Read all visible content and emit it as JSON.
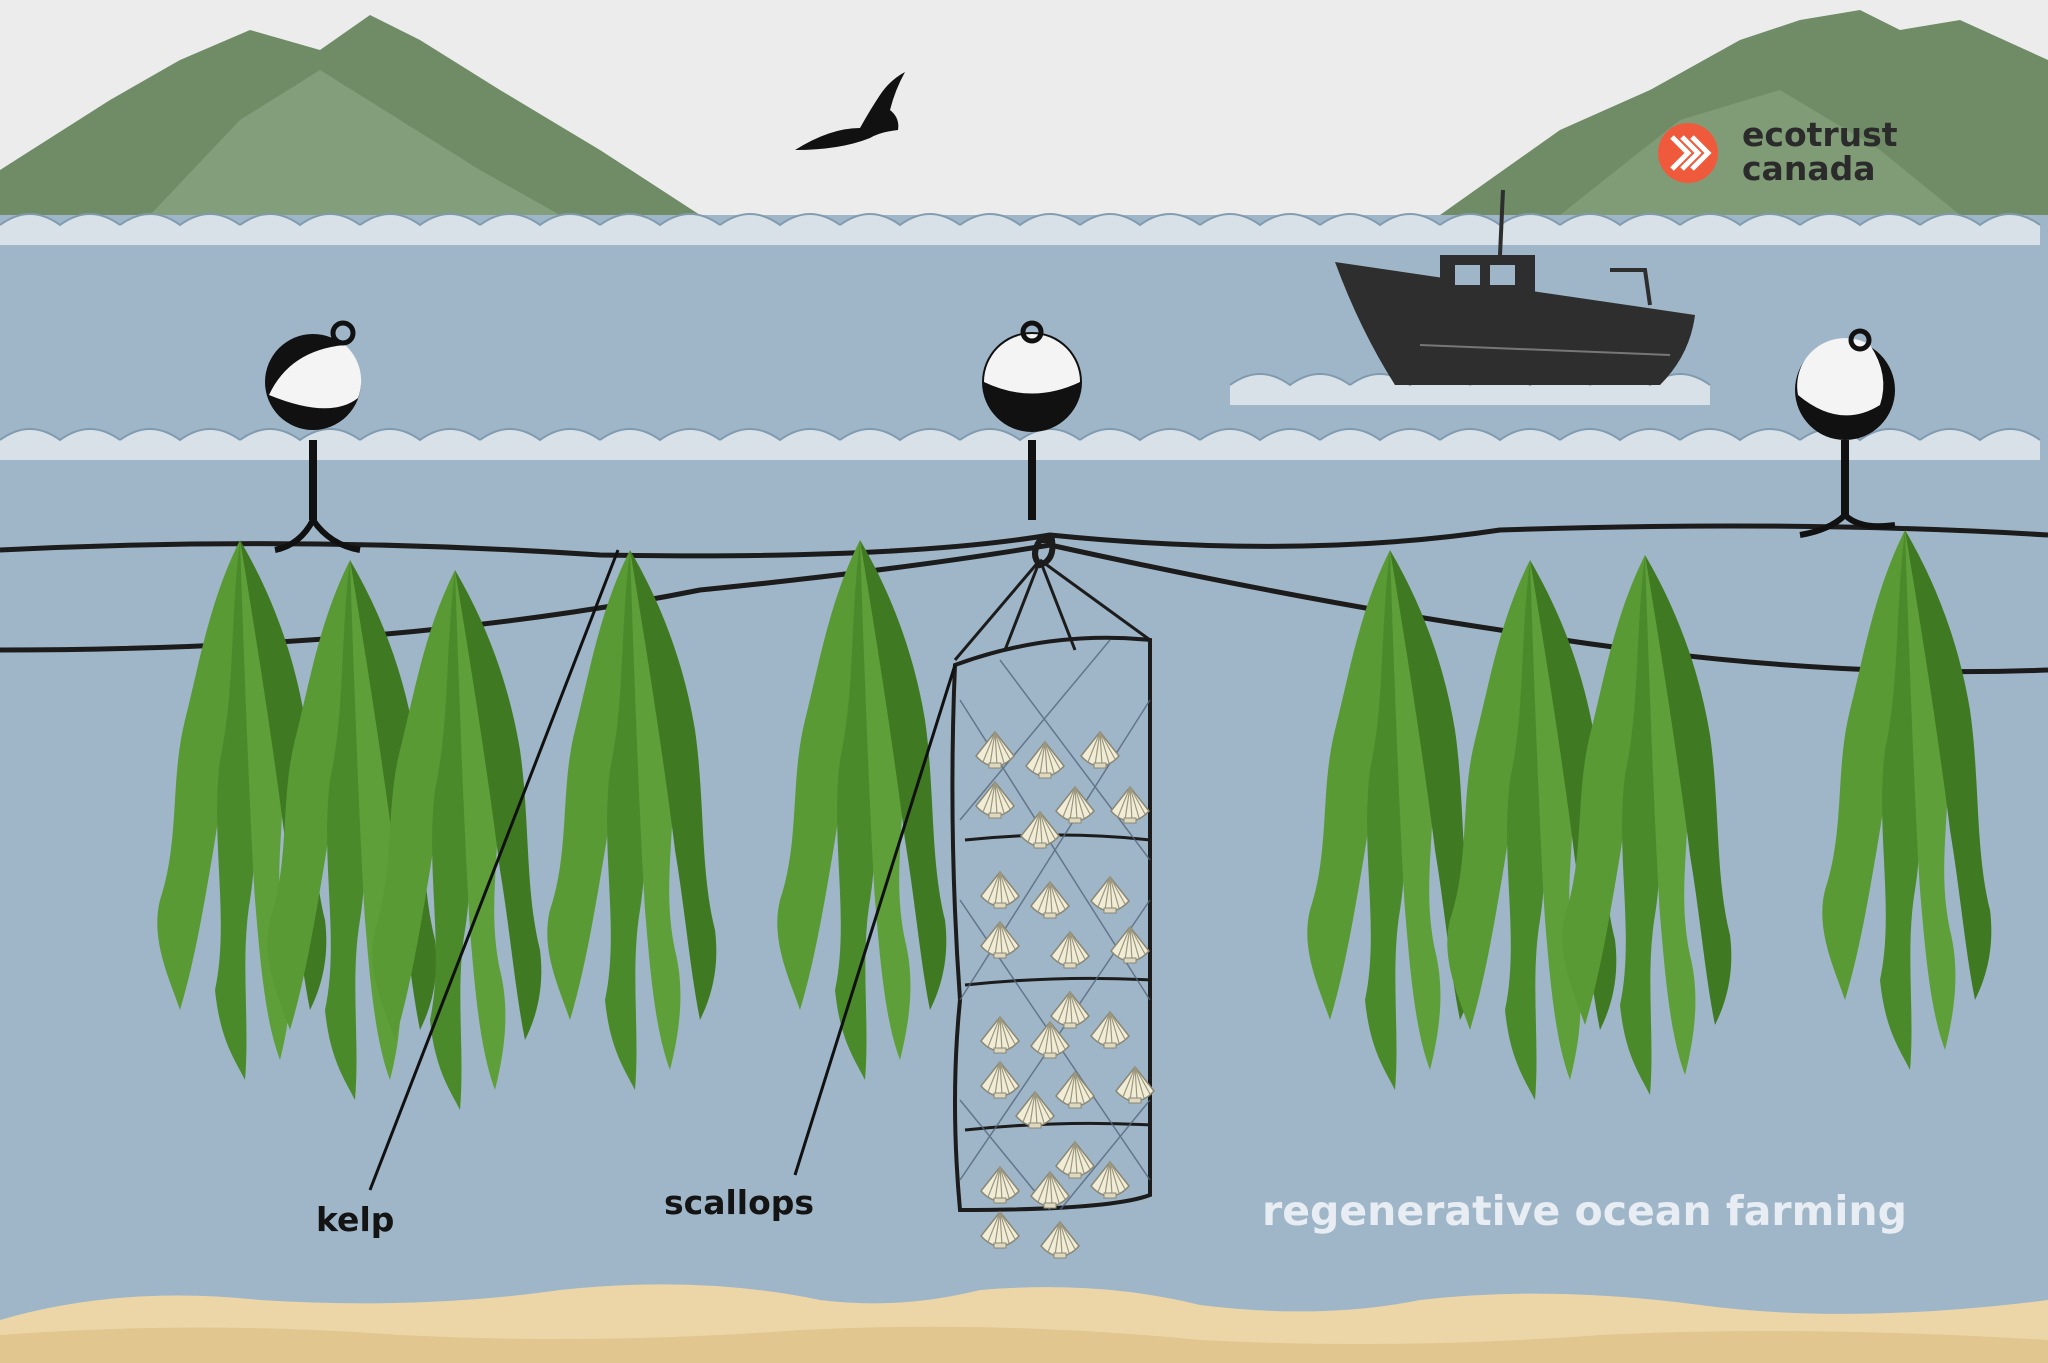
{
  "labels": {
    "kelp": "kelp",
    "scallops": "scallops",
    "title": "regenerative ocean farming"
  },
  "logo": {
    "line1": "ecotrust",
    "line2": "canada",
    "icon": "chevron-arrows-icon"
  },
  "colors": {
    "sky": "#ececec",
    "water": "#9fb6c9",
    "mountain": "#6f8c67",
    "mountain_light": "#87a37f",
    "kelp": "#5a9a35",
    "kelp_dark": "#3f7a22",
    "sand": "#ecd6a8",
    "buoy": "#111111",
    "boat": "#2e2e2e",
    "logo_accent": "#f05a3c",
    "title_text": "#e7edf2"
  }
}
